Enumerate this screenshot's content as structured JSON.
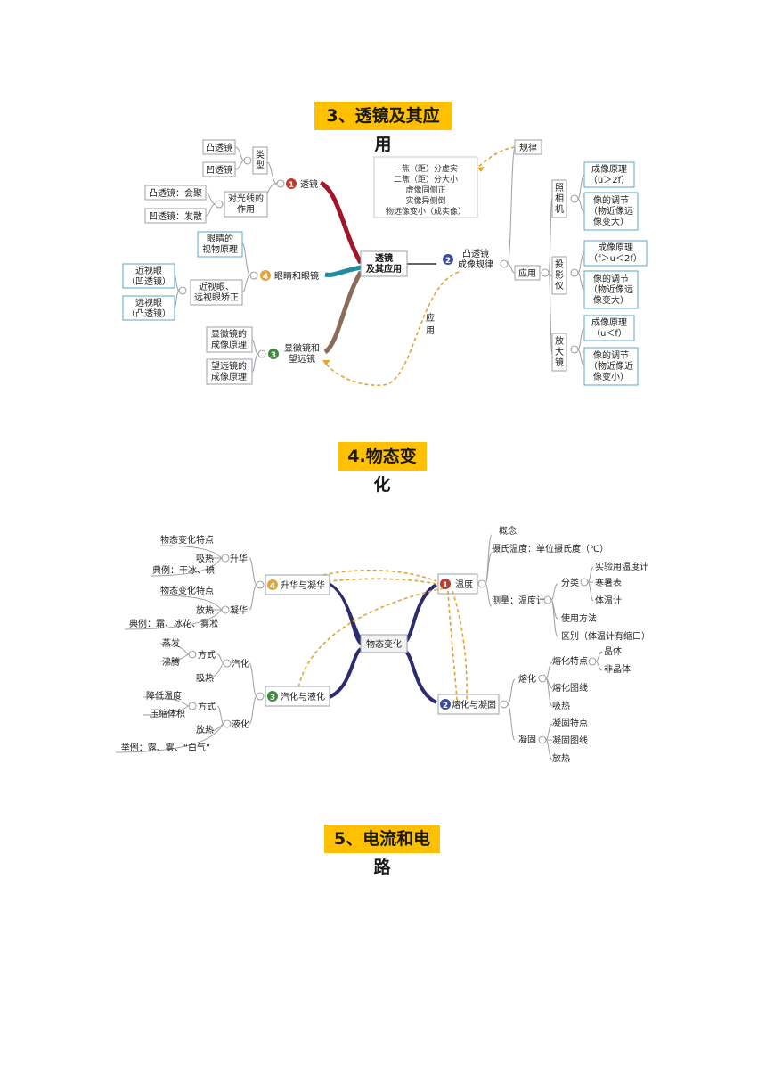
{
  "headings": {
    "lens": "3、透镜及其应用",
    "matter": "4.物态变化",
    "circuit": "5、电流和电路"
  },
  "lens_map": {
    "center": [
      "透镜",
      "及其应用"
    ],
    "b1": {
      "num": "1",
      "label": "透镜",
      "num_color": "#c0392b",
      "type_label": [
        "类",
        "型"
      ],
      "convex": "凸透镜",
      "concave": "凹透镜",
      "light_label": [
        "对光线的",
        "作用"
      ],
      "convex_effect": "凸透镜：会聚",
      "concave_effect": "凹透镜：发散"
    },
    "b4": {
      "num": "4",
      "label": "眼睛和眼镜",
      "num_color": "#e1a53a",
      "eye_principle": [
        "眼睛的",
        "视物原理"
      ],
      "correction": [
        "近视眼、",
        "远视眼矫正"
      ],
      "myopia": [
        "近视眼",
        "（凹透镜）"
      ],
      "hyperopia": [
        "远视眼",
        "（凸透镜）"
      ]
    },
    "b3": {
      "num": "3",
      "label": [
        "显微镜和",
        "望远镜"
      ],
      "num_color": "#3d8b3d",
      "microscope": [
        "显微镜的",
        "成像原理"
      ],
      "telescope": [
        "望远镜的",
        "成像原理"
      ]
    },
    "b2": {
      "num": "2",
      "label": [
        "凸透镜",
        "成像规律"
      ],
      "num_color": "#3b4a9c",
      "rule": "规律",
      "rules": [
        "一焦（距）分虚实",
        "二焦（距）分大小",
        "虚像同侧正",
        "实像异侧倒",
        "物远像变小（成实像）"
      ],
      "apply": "应用",
      "dashed_apply": [
        "应",
        "用"
      ],
      "camera": [
        "照",
        "相",
        "机"
      ],
      "camera_principle": [
        "成像原理",
        "（u＞2f）"
      ],
      "camera_adjust": [
        "像的调节",
        "（物近像远",
        "像变大）"
      ],
      "projector": [
        "投",
        "影",
        "仪"
      ],
      "projector_principle": [
        "成像原理",
        "（f＞u＜2f）"
      ],
      "projector_adjust": [
        "像的调节",
        "（物近像远",
        "像变大）"
      ],
      "magnifier": [
        "放",
        "大",
        "镜"
      ],
      "magnifier_principle": [
        "成像原理",
        "（u＜f）"
      ],
      "magnifier_adjust": [
        "像的调节",
        "（物近像近",
        "像变小）"
      ]
    }
  },
  "matter_map": {
    "center": "物态变化",
    "b4": {
      "num": "4",
      "label": "升华与凝华",
      "num_color": "#e1a53a",
      "sublimation": "升华",
      "sub_items": [
        "物态变化特点",
        "吸热",
        "典例：干冰、碘"
      ],
      "desublimation": "凝华",
      "desub_items": [
        "物态变化特点",
        "放热",
        "典例：霜、冰花、雾凇"
      ]
    },
    "b3": {
      "num": "3",
      "label": "汽化与液化",
      "num_color": "#3d8b3d",
      "vaporization": "汽化",
      "vap_method": "方式",
      "vap_methods": [
        "蒸发",
        "沸腾"
      ],
      "vap_heat": "吸热",
      "liquefaction": "液化",
      "liq_method": "方式",
      "liq_methods": [
        "降低温度",
        "压缩体积"
      ],
      "liq_heat": "放热",
      "liq_example": "举例：露、雾、“白气”"
    },
    "b1": {
      "num": "1",
      "label": "温度",
      "num_color": "#c0392b",
      "concept": "概念",
      "celsius": "摄氏温度：单位摄氏度（℃）",
      "measure": "测量：温度计",
      "classify": "分类",
      "kinds": [
        "实验用温度计",
        "寒暑表",
        "体温计"
      ],
      "usage": "使用方法",
      "diff": "区别（体温计有缩口）"
    },
    "b2": {
      "num": "2",
      "label": "熔化与凝固",
      "num_color": "#3b4a9c",
      "melting": "熔化",
      "melt_feature": "熔化特点",
      "crystal": "晶体",
      "noncrystal": "非晶体",
      "melt_graph": "熔化图线",
      "melt_heat": "吸热",
      "solidification": "凝固",
      "solid_items": [
        "凝固特点",
        "凝固图线",
        "放热"
      ]
    }
  }
}
